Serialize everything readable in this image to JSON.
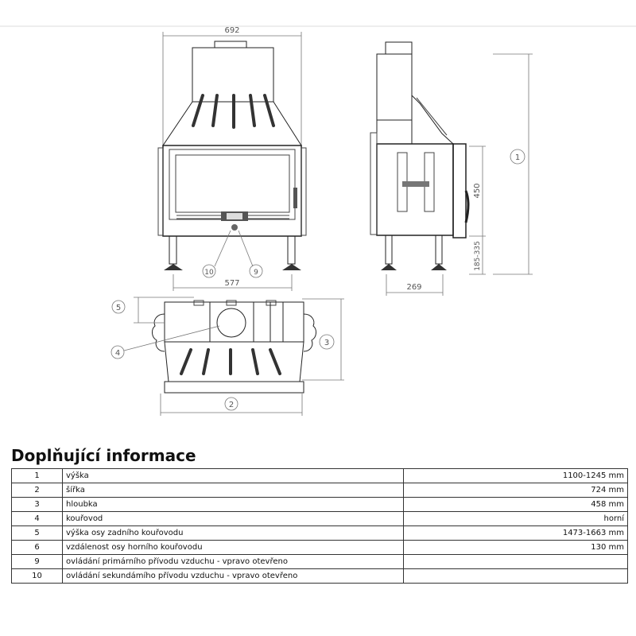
{
  "drawing": {
    "front_view": {
      "width_label": "692",
      "opening_label": "577",
      "callout_primary_air": "9",
      "callout_secondary_air": "10"
    },
    "side_view": {
      "height_callout": "1",
      "opening_height_label": "450",
      "leg_height_label": "185-335",
      "depth_label": "269"
    },
    "top_view": {
      "width_callout": "2",
      "depth_callout": "3",
      "flue_callout": "4",
      "rear_flue_callout": "5"
    }
  },
  "info": {
    "heading": "Doplňující informace",
    "rows": [
      {
        "num": "1",
        "label": "výška",
        "value": "1100-1245 mm"
      },
      {
        "num": "2",
        "label": "šířka",
        "value": "724 mm"
      },
      {
        "num": "3",
        "label": "hloubka",
        "value": "458 mm"
      },
      {
        "num": "4",
        "label": "kouřovod",
        "value": "horní"
      },
      {
        "num": "5",
        "label": "výška osy zadního kouřovodu",
        "value": "1473-1663 mm"
      },
      {
        "num": "6",
        "label": "vzdálenost osy horního kouřovodu",
        "value": "130 mm"
      },
      {
        "num": "9",
        "label": "ovládání primárního přívodu vzduchu - vpravo otevřeno",
        "value": ""
      },
      {
        "num": "10",
        "label": "ovládání sekundámího přívodu vzduchu - vpravo otevřeno",
        "value": ""
      }
    ]
  }
}
